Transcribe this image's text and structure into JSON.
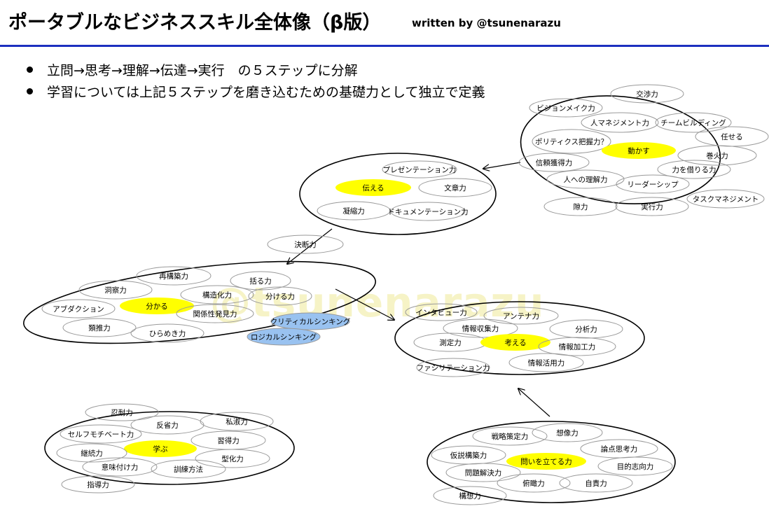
{
  "header": {
    "title": "ポータブルなビジネススキル全体像（β版）",
    "byline": "written by @tsunenarazu"
  },
  "bullets": [
    "立問→思考→理解→伝達→実行　の５ステップに分解",
    "学習については上記５ステップを磨き込むための基礎力として独立で定義"
  ],
  "watermark": "@tsunenarazu",
  "colors": {
    "rule": "#1c2fbf",
    "core_fill": "#ffff00",
    "thinking_fill": "#99c2f0"
  },
  "groups": {
    "act": {
      "core": "動かす",
      "skills": [
        "交渉力",
        "ビジョンメイク力",
        "人マネジメント力",
        "チームビルディング",
        "ポリティクス把握力？",
        "任せる",
        "巻火力",
        "信頼獲得力",
        "力を借りる力",
        "人への理解力",
        "リーダーシップ",
        "隙力",
        "実行力",
        "タスクマネジメント"
      ]
    },
    "communicate": {
      "core": "伝える",
      "skills": [
        "プレゼンテーション力",
        "文章力",
        "凝縮力",
        "ドキュメンテーション力",
        "決断力"
      ]
    },
    "understand": {
      "core": "分かる",
      "skills": [
        "再構築力",
        "括る力",
        "洞察力",
        "構造化力",
        "分ける力",
        "アブダクション",
        "関係性発見力",
        "類推力",
        "ひらめき力"
      ],
      "thinking_skills": [
        "クリティカルシンキング",
        "ロジカルシンキング"
      ]
    },
    "think": {
      "core": "考える",
      "skills": [
        "インタビュー力",
        "アンテナ力",
        "情報収集力",
        "分析力",
        "測定力",
        "情報加工力",
        "情報活用力",
        "ファシリテーション力"
      ]
    },
    "learn": {
      "core": "学ぶ",
      "skills": [
        "忍耐力",
        "反省力",
        "私淑力",
        "セルフモチベート力",
        "習得力",
        "継続力",
        "型化力",
        "意味付け力",
        "訓練方法",
        "指導力"
      ]
    },
    "question": {
      "core": "問いを立てる力",
      "skills": [
        "戦略策定力",
        "想像力",
        "仮説構築力",
        "論点思考力",
        "目的志向力",
        "問題解決力",
        "俯瞰力",
        "自責力",
        "構想力"
      ]
    }
  }
}
